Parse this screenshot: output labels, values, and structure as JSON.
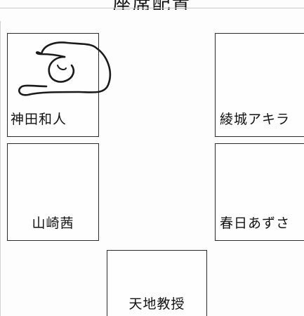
{
  "title": "座席配置",
  "seats": [
    {
      "name": "神田和人"
    },
    {
      "name": "綾城アキラ"
    },
    {
      "name": "山崎茜"
    },
    {
      "name": "春日あずさ"
    },
    {
      "name": "天地教授"
    }
  ],
  "annotation": {
    "type": "hand-drawn-pointing-hand",
    "target": "神田和人"
  }
}
